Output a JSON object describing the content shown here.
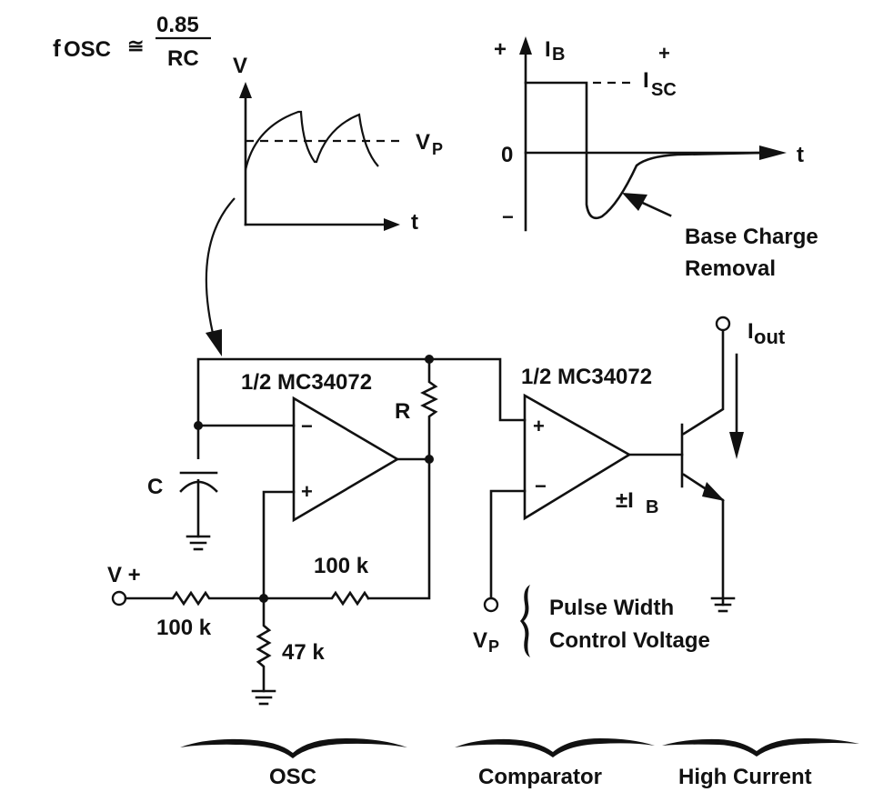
{
  "formula": {
    "lhs": "f",
    "lhs_sub": "OSC",
    "relation": "≅",
    "numerator": "0.85",
    "denominator": "RC"
  },
  "voltage_waveform": {
    "y_axis_label": "V",
    "x_axis_label": "t",
    "threshold_label": "V",
    "threshold_sub": "P"
  },
  "base_current_waveform": {
    "y_axis_label": "I",
    "y_axis_sub": "B",
    "x_axis_label": "t",
    "plus_label": "+",
    "zero_label": "0",
    "minus_label": "−",
    "isc_plus": "+",
    "isc_label": "I",
    "isc_sub": "SC",
    "annotation_line1": "Base Charge",
    "annotation_line2": "Removal"
  },
  "oscillator": {
    "opamp_label": "1/2 MC34072",
    "opamp_minus": "−",
    "opamp_plus": "+",
    "resistor_r_label": "R",
    "capacitor_label": "C",
    "supply_label": "V +",
    "input_resistor_label": "100 k",
    "feedback_resistor_label": "100 k",
    "divider_resistor_label": "47 k"
  },
  "comparator": {
    "opamp_label": "1/2 MC34072",
    "opamp_plus": "+",
    "opamp_minus": "−",
    "vp_label": "V",
    "vp_sub": "P",
    "control_line1": "Pulse Width",
    "control_line2": "Control Voltage"
  },
  "output_stage": {
    "iout_label": "I",
    "iout_sub": "out",
    "base_current_label": "±I",
    "base_current_sub": "B"
  },
  "sections": [
    {
      "label": "OSC"
    },
    {
      "label": "Comparator"
    },
    {
      "label": "High Current"
    }
  ]
}
